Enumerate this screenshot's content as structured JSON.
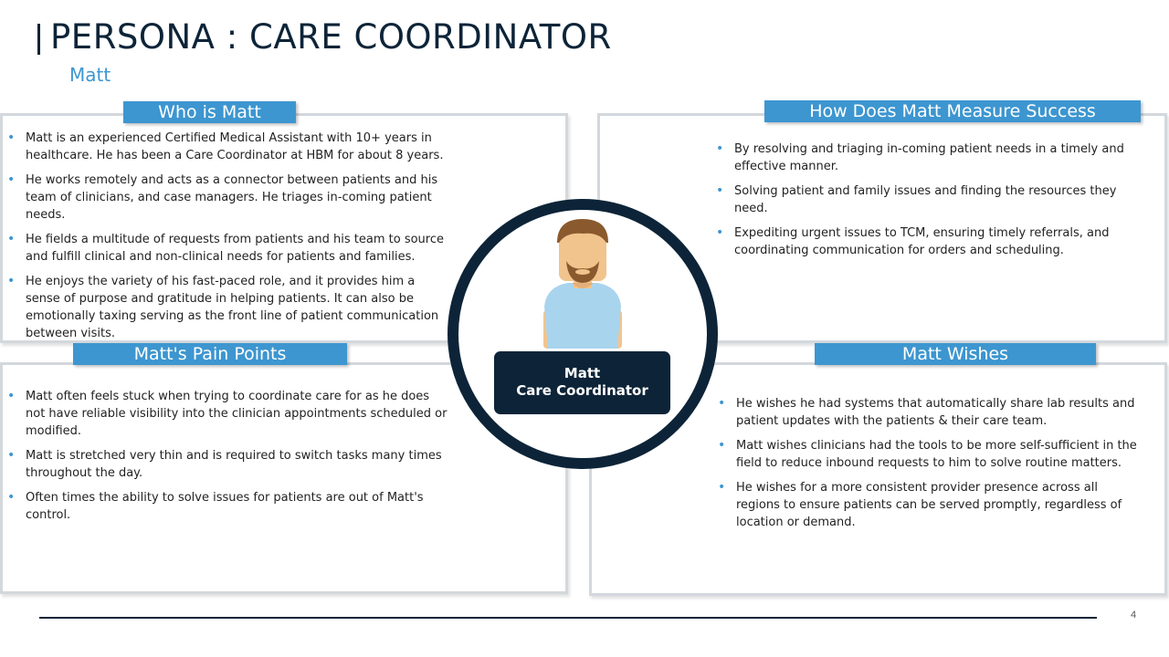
{
  "header": {
    "title": "PERSONA : CARE COORDINATOR",
    "subtitle": "Matt"
  },
  "colors": {
    "navy": "#0d2438",
    "accent_blue": "#3d96d0",
    "panel_border": "#d3d8dd"
  },
  "who": {
    "heading": "Who is Matt",
    "items": [
      "Matt is an experienced Certified Medical Assistant with 10+ years in healthcare. He has been a Care Coordinator at HBM for about 8 years.",
      "He works remotely and acts as a connector between patients and his team of clinicians, and case managers.  He triages in-coming patient needs.",
      "He fields a multitude of requests from patients and his team to source and fulfill clinical and non-clinical needs for patients and families.",
      "He enjoys the variety of his fast-paced role, and it provides him a sense of purpose and gratitude in helping patients.  It can also be emotionally taxing serving as the front line of patient communication between visits."
    ]
  },
  "success": {
    "heading": "How Does Matt Measure Success",
    "items": [
      "By resolving and triaging in-coming patient needs in a timely and effective manner.",
      "Solving patient and family issues and finding the resources they need.",
      "Expediting urgent issues to TCM, ensuring timely referrals, and coordinating communication for orders and scheduling."
    ]
  },
  "pain": {
    "heading": "Matt's Pain Points",
    "items": [
      "Matt often feels stuck when trying to coordinate care for as he does not have reliable visibility into the clinician appointments scheduled or modified.",
      "Matt is stretched very thin and is required to switch tasks many times throughout the day.",
      "Often times the ability to solve issues for patients are out of Matt's control."
    ]
  },
  "wishes": {
    "heading": "Matt Wishes",
    "items": [
      "He wishes he had systems that automatically share lab results and patient updates with the patients & their care team.",
      "Matt wishes clinicians had the tools to be more self-sufficient in the field to reduce inbound requests to him to solve routine matters.",
      "He wishes for a more consistent  provider presence across all regions to ensure patients can be served promptly, regardless of location or demand."
    ]
  },
  "persona": {
    "icon": "person-avatar-icon",
    "name": "Matt",
    "role": "Care Coordinator"
  },
  "footer": {
    "page_number": "4"
  }
}
